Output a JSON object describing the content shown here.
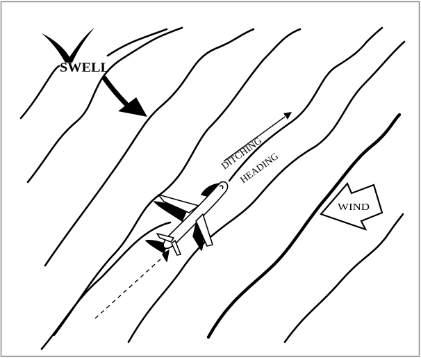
{
  "labels": {
    "swell": "SWELL",
    "ditching": "DITCHING",
    "heading": "HEADING",
    "wind": "WIND"
  },
  "colors": {
    "ink": "#000000",
    "paper": "#ffffff",
    "border": "#7f7f7f"
  }
}
